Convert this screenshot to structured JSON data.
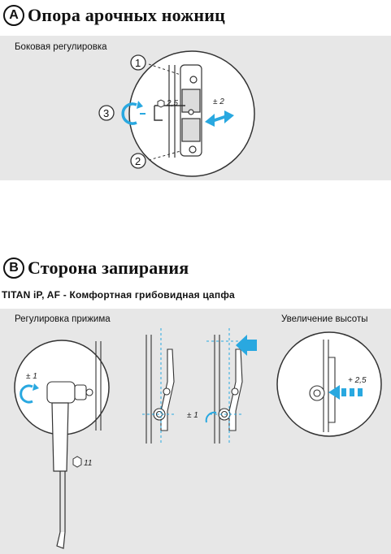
{
  "sectionA": {
    "letter": "A",
    "title": "Опора арочных ножниц",
    "panel_label": "Боковая регулировка",
    "callouts": [
      "1",
      "2",
      "3"
    ],
    "hex_size": "2,5",
    "lateral_range": "± 2"
  },
  "sectionB": {
    "letter": "B",
    "title": "Сторона запирания",
    "subtitle": "TITAN iP, AF - Комфортная грибовидная цапфа",
    "left_label": "Регулировка прижима",
    "right_label": "Увеличение высоты",
    "rotation_range": "± 1",
    "tool_size": "11",
    "middle_range": "± 1",
    "height_increase": "+ 2,5"
  },
  "colors": {
    "accent_blue": "#29a8e0",
    "panel_gray": "#e7e7e7",
    "line_dark": "#222222"
  },
  "icons": [
    "hex-key-icon",
    "rotate-arrow-icon",
    "double-arrow-icon",
    "push-arrow-icon",
    "dashed-arrow-icon"
  ]
}
